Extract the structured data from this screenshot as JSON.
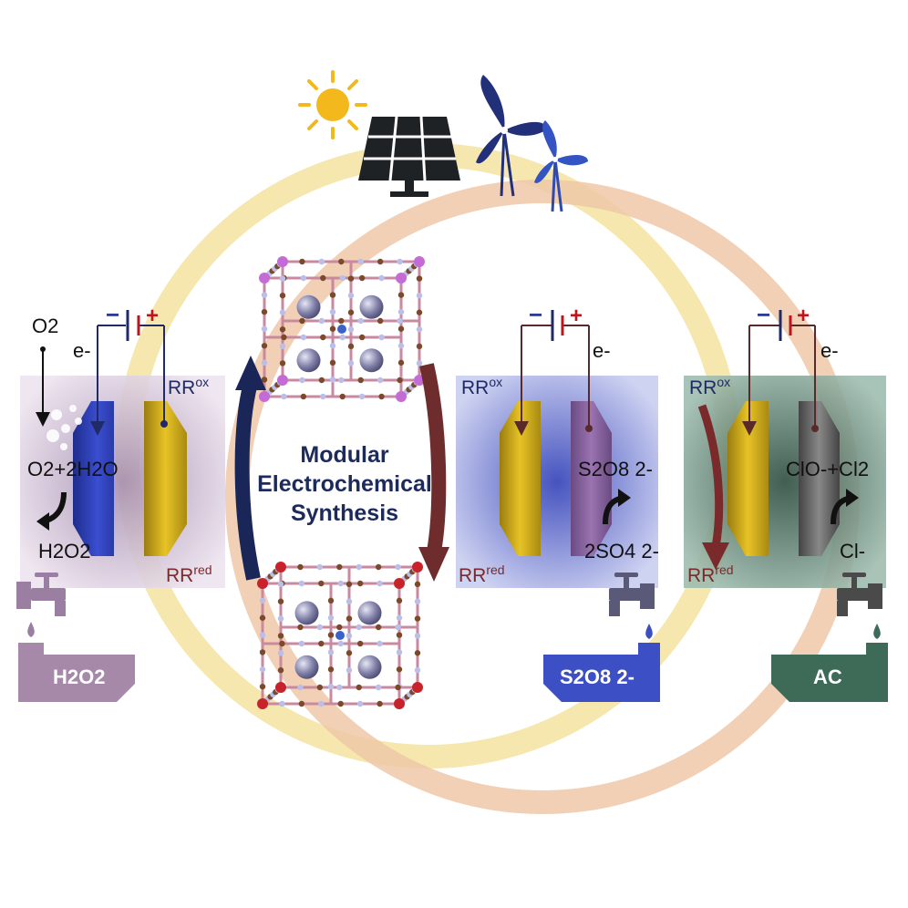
{
  "center_title": {
    "line1": "Modular",
    "line2": "Electrochemical",
    "line3": "Synthesis"
  },
  "icons": [
    "sun-icon",
    "solar-panel-icon",
    "wind-turbine-icon",
    "battery-icon",
    "faucet-icon",
    "water-drop-icon",
    "crystal-structure-icon"
  ],
  "cells": {
    "left": {
      "o2": "O2",
      "electron": "e-",
      "reactant": "O2+2H2O",
      "product": "H2O2",
      "rr_ox": "RR",
      "rr_ox_sup": "ox",
      "rr_red": "RR",
      "rr_red_sup": "red",
      "tank": "H2O2",
      "color": "#b89bbd"
    },
    "middle": {
      "electron": "e-",
      "reactant": "S2O8 2-",
      "product": "2SO4 2-",
      "rr_ox": "RR",
      "rr_ox_sup": "ox",
      "rr_red": "RR",
      "rr_red_sup": "red",
      "tank": "S2O8 2-",
      "color": "#3a4fc0"
    },
    "right": {
      "electron": "e-",
      "reactant": "ClO-+Cl2",
      "product": "Cl-",
      "rr_ox": "RR",
      "rr_ox_sup": "ox",
      "rr_red": "RR",
      "rr_red_sup": "red",
      "tank": "AC",
      "color": "#3d6b5a"
    }
  },
  "battery": {
    "minus": "−",
    "plus": "+"
  }
}
